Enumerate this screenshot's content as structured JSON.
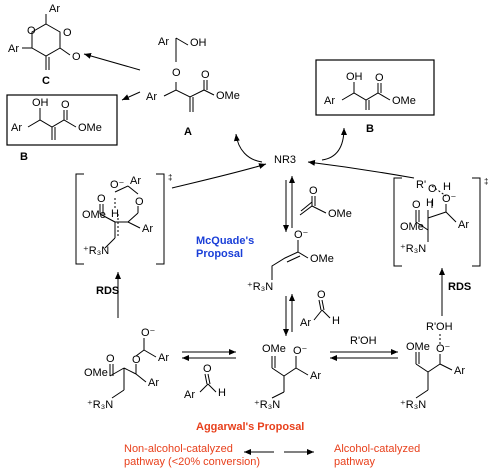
{
  "atoms": {
    "ar": "Ar",
    "o": "O",
    "oh": "OH",
    "o_minus": "O⁻",
    "ome": "OMe",
    "h": "H",
    "r_prime": "R'",
    "r_prime_oh": "R'OH",
    "r3n_plus": "⁺R₃N",
    "nr3": "NR3",
    "dagger": "‡"
  },
  "labels": {
    "compound_a": "A",
    "compound_b": "B",
    "compound_c": "C",
    "rds": "RDS",
    "mcquade_line1": "McQuade's",
    "mcquade_line2": "Proposal",
    "aggarwal": "Aggarwal's Proposal",
    "reagent_roh": "R'OH"
  },
  "legend": {
    "non_alcohol_line1": "Non-alcohol-catalyzed",
    "non_alcohol_line2": "pathway (<20% conversion)",
    "alcohol_line1": "Alcohol-catalyzed",
    "alcohol_line2": "pathway"
  },
  "colors": {
    "mcquade": "#1a3fd8",
    "aggarwal": "#e8401c"
  }
}
